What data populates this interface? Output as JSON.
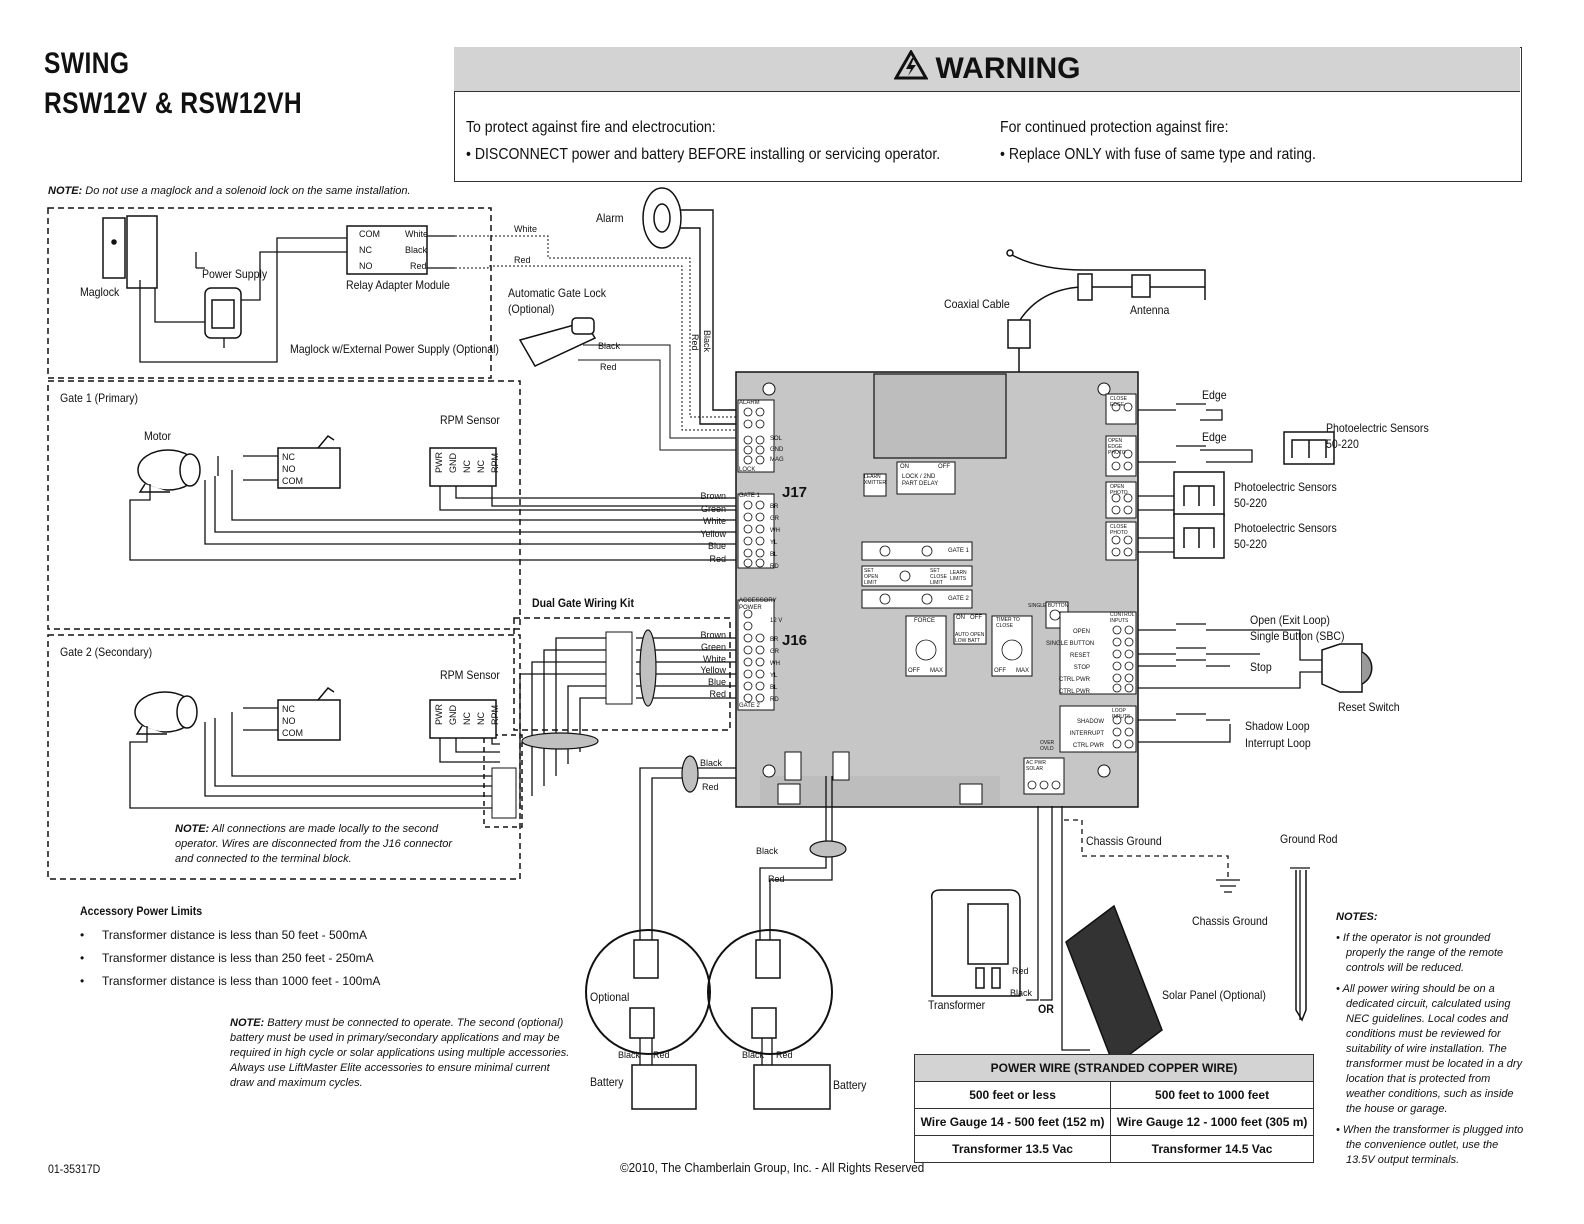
{
  "header": {
    "title_line1": "SWING",
    "title_line2": "RSW12V & RSW12VH"
  },
  "warning": {
    "heading": "WARNING",
    "left_line1": "To protect against fire and electrocution:",
    "left_line2": "• DISCONNECT power and battery BEFORE installing or servicing operator.",
    "right_line1": "For continued protection against fire:",
    "right_line2": "• Replace ONLY with fuse of same type and rating."
  },
  "notes": {
    "maglock_prefix": "NOTE:",
    "maglock_text": "Do not use a maglock and a solenoid lock on the same installation.",
    "local_prefix": "NOTE:",
    "local_text": "All connections are made locally to the second operator. Wires are disconnected from the J16 connector and connected to the terminal block.",
    "battery_prefix": "NOTE:",
    "battery_text": "Battery must be connected to operate. The second (optional) battery must be used in primary/secondary applications and may be required in high cycle or solar applications using multiple accessories. Always use LiftMaster Elite accessories to ensure minimal current draw and maximum cycles."
  },
  "labels": {
    "maglock": "Maglock",
    "power_supply": "Power Supply",
    "relay_adapter": "Relay Adapter Module",
    "maglock_ext": "Maglock w/External Power Supply (Optional)",
    "alarm": "Alarm",
    "auto_gate_lock": "Automatic Gate Lock",
    "optional_paren": "(Optional)",
    "coaxial": "Coaxial Cable",
    "antenna": "Antenna",
    "gate1": "Gate 1 (Primary)",
    "gate2": "Gate 2 (Secondary)",
    "motor": "Motor",
    "rpm_sensor": "RPM Sensor",
    "dual_gate_kit": "Dual Gate Wiring Kit",
    "edge": "Edge",
    "photo_sensors": "Photoelectric Sensors",
    "photo_model": "50-220",
    "open_exit": "Open (Exit Loop)",
    "single_sbc": "Single Button (SBC)",
    "stop": "Stop",
    "reset_switch": "Reset Switch",
    "shadow_loop": "Shadow Loop",
    "interrupt_loop": "Interrupt Loop",
    "chassis_ground": "Chassis Ground",
    "ground_rod": "Ground Rod",
    "transformer": "Transformer",
    "or": "OR",
    "solar_panel": "Solar Panel (Optional)",
    "optional": "Optional",
    "battery": "Battery",
    "j17": "J17",
    "j16": "J16"
  },
  "relay_pins": {
    "com": "COM",
    "nc": "NC",
    "no": "NO"
  },
  "relay_wires": {
    "white": "White",
    "black": "Black",
    "red": "Red"
  },
  "limit_switch_pins": {
    "nc": "NC",
    "no": "NO",
    "com": "COM"
  },
  "rpm_pins": [
    "PWR",
    "GND",
    "NC",
    "NC",
    "RPM"
  ],
  "wire_colors": [
    "Brown",
    "Green",
    "White",
    "Yellow",
    "Blue",
    "Red"
  ],
  "wire_words": {
    "white": "White",
    "red": "Red",
    "black": "Black"
  },
  "board": {
    "alarm": "ALARM",
    "sol": "SOL",
    "gnd": "GND",
    "mag": "MAG",
    "lock": "LOCK",
    "gate1": "GATE 1",
    "gate2": "GATE 2",
    "accessory_power": "ACCESSORY POWER",
    "v12": "12 V",
    "motor_pins": [
      "BR",
      "GR",
      "WH",
      "YL",
      "BL",
      "RD"
    ],
    "learn_xmitter": "LEARN XMITTER",
    "lock_delay": "LOCK / 2ND PART DELAY",
    "on": "ON",
    "off": "OFF",
    "set_open": "SET OPEN LIMIT",
    "set_close": "SET CLOSE LIMIT",
    "learn_limits": "LEARN LIMITS",
    "force": "FORCE",
    "max": "MAX",
    "auto_open_low_batt": "AUTO OPEN LOW BATT",
    "timer_to_close": "TIMER TO CLOSE",
    "single_button": "SINGLE BUTTON",
    "control_inputs": "CONTROL INPUTS",
    "ci_items": [
      "OPEN",
      "SINGLE BUTTON",
      "RESET",
      "STOP",
      "CTRL PWR",
      "CTRL PWR"
    ],
    "loop_inputs": "LOOP INPUTS",
    "li_items": [
      "SHADOW",
      "INTERRUPT",
      "CTRL PWR"
    ],
    "over_ovld": "OVER OVLD",
    "close_edge": "CLOSE EDGE",
    "open_edge": "OPEN EDGE PHOTO",
    "open_photo": "OPEN PHOTO",
    "close_photo": "CLOSE PHOTO",
    "ac_pwr": "AC PWR SOLAR"
  },
  "limits": {
    "heading": "Accessory Power Limits",
    "items": [
      "Transformer distance is less than 50 feet - 500mA",
      "Transformer distance is less than 250 feet - 250mA",
      "Transformer distance is less than 1000 feet - 100mA"
    ]
  },
  "power_table": {
    "heading": "POWER WIRE (STRANDED COPPER WIRE)",
    "col1": [
      "500 feet or less",
      "Wire Gauge 14 - 500 feet (152 m)",
      "Transformer 13.5 Vac"
    ],
    "col2": [
      "500 feet to 1000 feet",
      "Wire Gauge 12 - 1000 feet (305 m)",
      "Transformer 14.5 Vac"
    ]
  },
  "right_notes": {
    "heading": "NOTES:",
    "items": [
      "• If the operator is not grounded properly the range of the remote controls will be reduced.",
      "• All power wiring should be on a dedicated circuit, calculated using NEC guidelines. Local codes and conditions must be reviewed for suitability of wire installation. The transformer must be located in a dry location that is protected from weather conditions, such as inside the house or garage.",
      "• When the transformer is plugged into the convenience outlet, use the 13.5V output terminals."
    ]
  },
  "footer": {
    "part": "01-35317D",
    "copyright": "©2010, The Chamberlain Group, Inc. - All Rights Reserved"
  }
}
